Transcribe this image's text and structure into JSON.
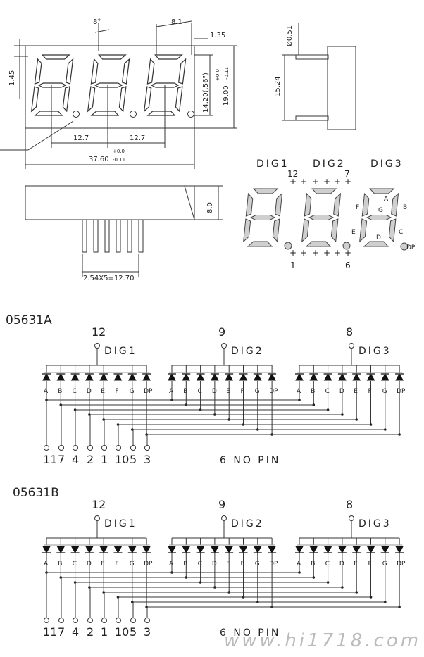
{
  "front_view": {
    "dims": {
      "angle": "8°",
      "seg_width": "8.1",
      "gap": "1.35",
      "margin": "1.45",
      "pitch1": "12.7",
      "pitch2": "12.7",
      "tol_top": "+0.0",
      "total_width": "37.60",
      "tol_bottom": "-0.11",
      "digit_height": "14.20(.56\")",
      "height_tol_top": "+0.0",
      "height": "19.00",
      "height_tol_bottom": "-0.11"
    }
  },
  "side_view": {
    "lead_dia": "Ø0.51",
    "lead_len": "15.24"
  },
  "bottom_view": {
    "height": "8.0",
    "pin_pitch": "2.54X5=12.70"
  },
  "pinout": {
    "digits": [
      "DIG1",
      "DIG2",
      "DIG3"
    ],
    "pins_top": [
      "12",
      "7"
    ],
    "pins_bottom": [
      "1",
      "6"
    ],
    "seg_letters": {
      "a": "A",
      "b": "B",
      "c": "C",
      "d": "D",
      "e": "E",
      "f": "F",
      "g": "G",
      "dp": "DP"
    }
  },
  "schematics": [
    {
      "title": "05631A",
      "common_pins": [
        "12",
        "9",
        "8"
      ],
      "digit_labels": [
        "DIG1",
        "DIG2",
        "DIG3"
      ],
      "segments": [
        "A",
        "B",
        "C",
        "D",
        "E",
        "F",
        "G",
        "DP"
      ],
      "bottom_pins": [
        "11",
        "7",
        "4",
        "2",
        "1",
        "10",
        "5",
        "3"
      ],
      "note": "6 NO PIN",
      "diode_direction": "up"
    },
    {
      "title": "05631B",
      "common_pins": [
        "12",
        "9",
        "8"
      ],
      "digit_labels": [
        "DIG1",
        "DIG2",
        "DIG3"
      ],
      "segments": [
        "A",
        "B",
        "C",
        "D",
        "E",
        "F",
        "G",
        "DP"
      ],
      "bottom_pins": [
        "11",
        "7",
        "4",
        "2",
        "1",
        "10",
        "5",
        "3"
      ],
      "note": "6 NO PIN",
      "diode_direction": "down"
    }
  ],
  "watermark": "www.hi1718.com"
}
